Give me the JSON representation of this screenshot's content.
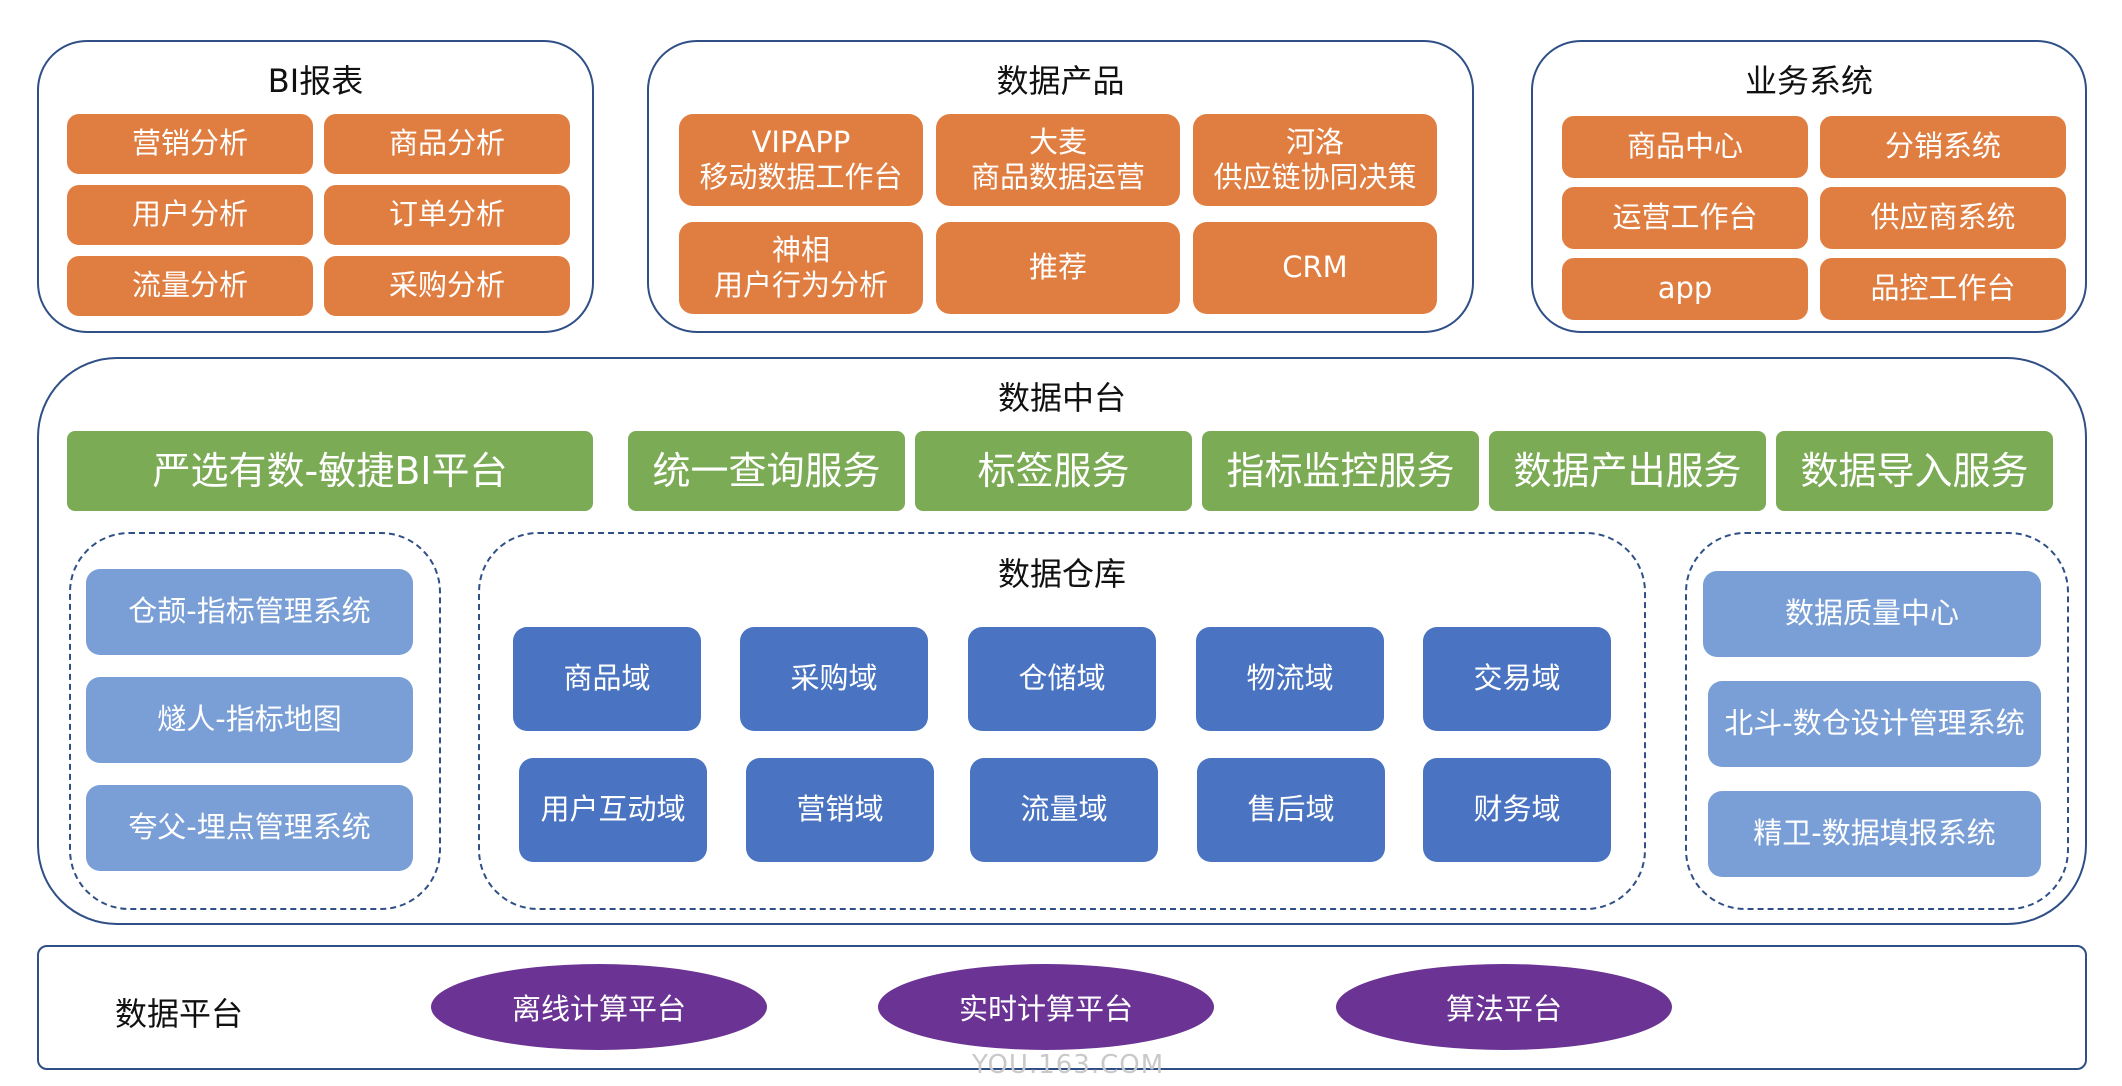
{
  "colors": {
    "border": "#2f4f86",
    "orange": "#e07e41",
    "green": "#7cab56",
    "blue_dark": "#4a74c2",
    "blue_light": "#7a9fd6",
    "purple": "#6b3494"
  },
  "bi": {
    "title": "BI报表",
    "items": [
      "营销分析",
      "商品分析",
      "用户分析",
      "订单分析",
      "流量分析",
      "采购分析"
    ]
  },
  "products": {
    "title": "数据产品",
    "items": [
      "VIPAPP\n移动数据工作台",
      "大麦\n商品数据运营",
      "河洛\n供应链协同决策",
      "神相\n用户行为分析",
      "推荐",
      "CRM"
    ]
  },
  "business": {
    "title": "业务系统",
    "items": [
      "商品中心",
      "分销系统",
      "运营工作台",
      "供应商系统",
      "app",
      "品控工作台"
    ]
  },
  "middle": {
    "title": "数据中台",
    "services": [
      "严选有数-敏捷BI平台",
      "统一查询服务",
      "标签服务",
      "指标监控服务",
      "数据产出服务",
      "数据导入服务"
    ],
    "left_tools": [
      "仓颉-指标管理系统",
      "燧人-指标地图",
      "夸父-埋点管理系统"
    ],
    "warehouse": {
      "title": "数据仓库",
      "domains": [
        "商品域",
        "采购域",
        "仓储域",
        "物流域",
        "交易域",
        "用户互动域",
        "营销域",
        "流量域",
        "售后域",
        "财务域"
      ]
    },
    "right_tools": [
      "数据质量中心",
      "北斗-数仓设计管理系统",
      "精卫-数据填报系统"
    ]
  },
  "platform": {
    "title": "数据平台",
    "items": [
      "离线计算平台",
      "实时计算平台",
      "算法平台"
    ]
  },
  "watermark": "YOU.163.COM"
}
